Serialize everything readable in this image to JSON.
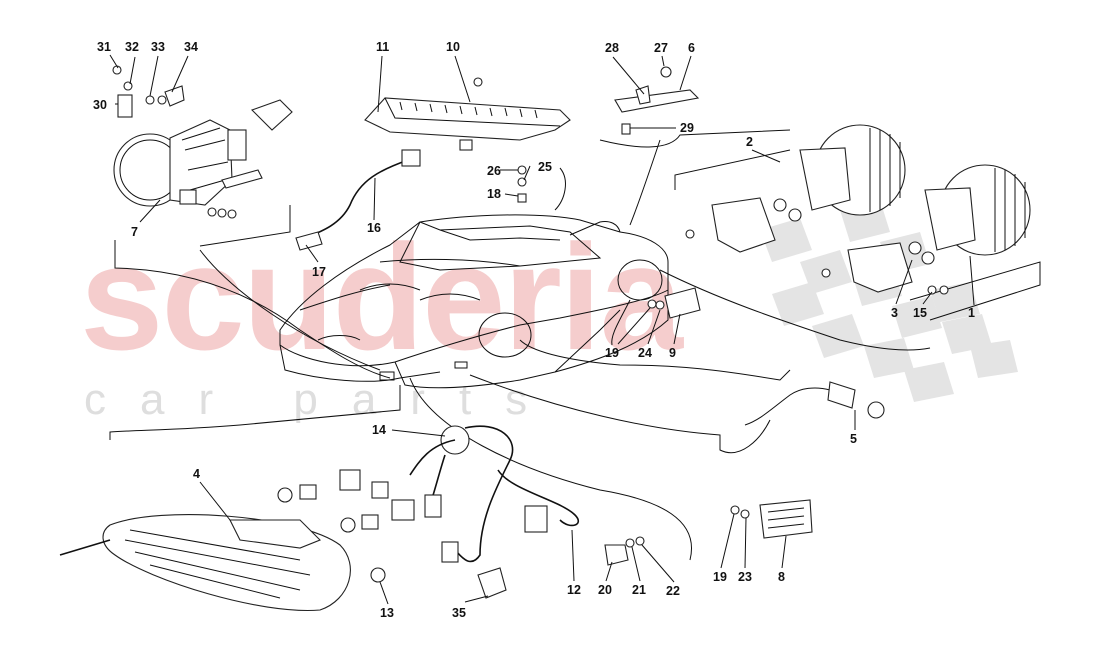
{
  "watermark": {
    "brand": "scuderia",
    "sub": "car parts"
  },
  "callouts": [
    {
      "id": "c31",
      "text": "31"
    },
    {
      "id": "c32",
      "text": "32"
    },
    {
      "id": "c33",
      "text": "33"
    },
    {
      "id": "c34",
      "text": "34"
    },
    {
      "id": "c30",
      "text": "30"
    },
    {
      "id": "c7",
      "text": "7"
    },
    {
      "id": "c11",
      "text": "11"
    },
    {
      "id": "c10",
      "text": "10"
    },
    {
      "id": "c26",
      "text": "26"
    },
    {
      "id": "c25",
      "text": "25"
    },
    {
      "id": "c18",
      "text": "18"
    },
    {
      "id": "c16",
      "text": "16"
    },
    {
      "id": "c17",
      "text": "17"
    },
    {
      "id": "c28",
      "text": "28"
    },
    {
      "id": "c27",
      "text": "27"
    },
    {
      "id": "c6",
      "text": "6"
    },
    {
      "id": "c29",
      "text": "29"
    },
    {
      "id": "c2",
      "text": "2"
    },
    {
      "id": "c3",
      "text": "3"
    },
    {
      "id": "c15",
      "text": "15"
    },
    {
      "id": "c1",
      "text": "1"
    },
    {
      "id": "c19a",
      "text": "19"
    },
    {
      "id": "c24",
      "text": "24"
    },
    {
      "id": "c9",
      "text": "9"
    },
    {
      "id": "c5",
      "text": "5"
    },
    {
      "id": "c14",
      "text": "14"
    },
    {
      "id": "c4",
      "text": "4"
    },
    {
      "id": "c13",
      "text": "13"
    },
    {
      "id": "c35",
      "text": "35"
    },
    {
      "id": "c12",
      "text": "12"
    },
    {
      "id": "c20",
      "text": "20"
    },
    {
      "id": "c21",
      "text": "21"
    },
    {
      "id": "c22",
      "text": "22"
    },
    {
      "id": "c19b",
      "text": "19"
    },
    {
      "id": "c23",
      "text": "23"
    },
    {
      "id": "c8",
      "text": "8"
    }
  ]
}
